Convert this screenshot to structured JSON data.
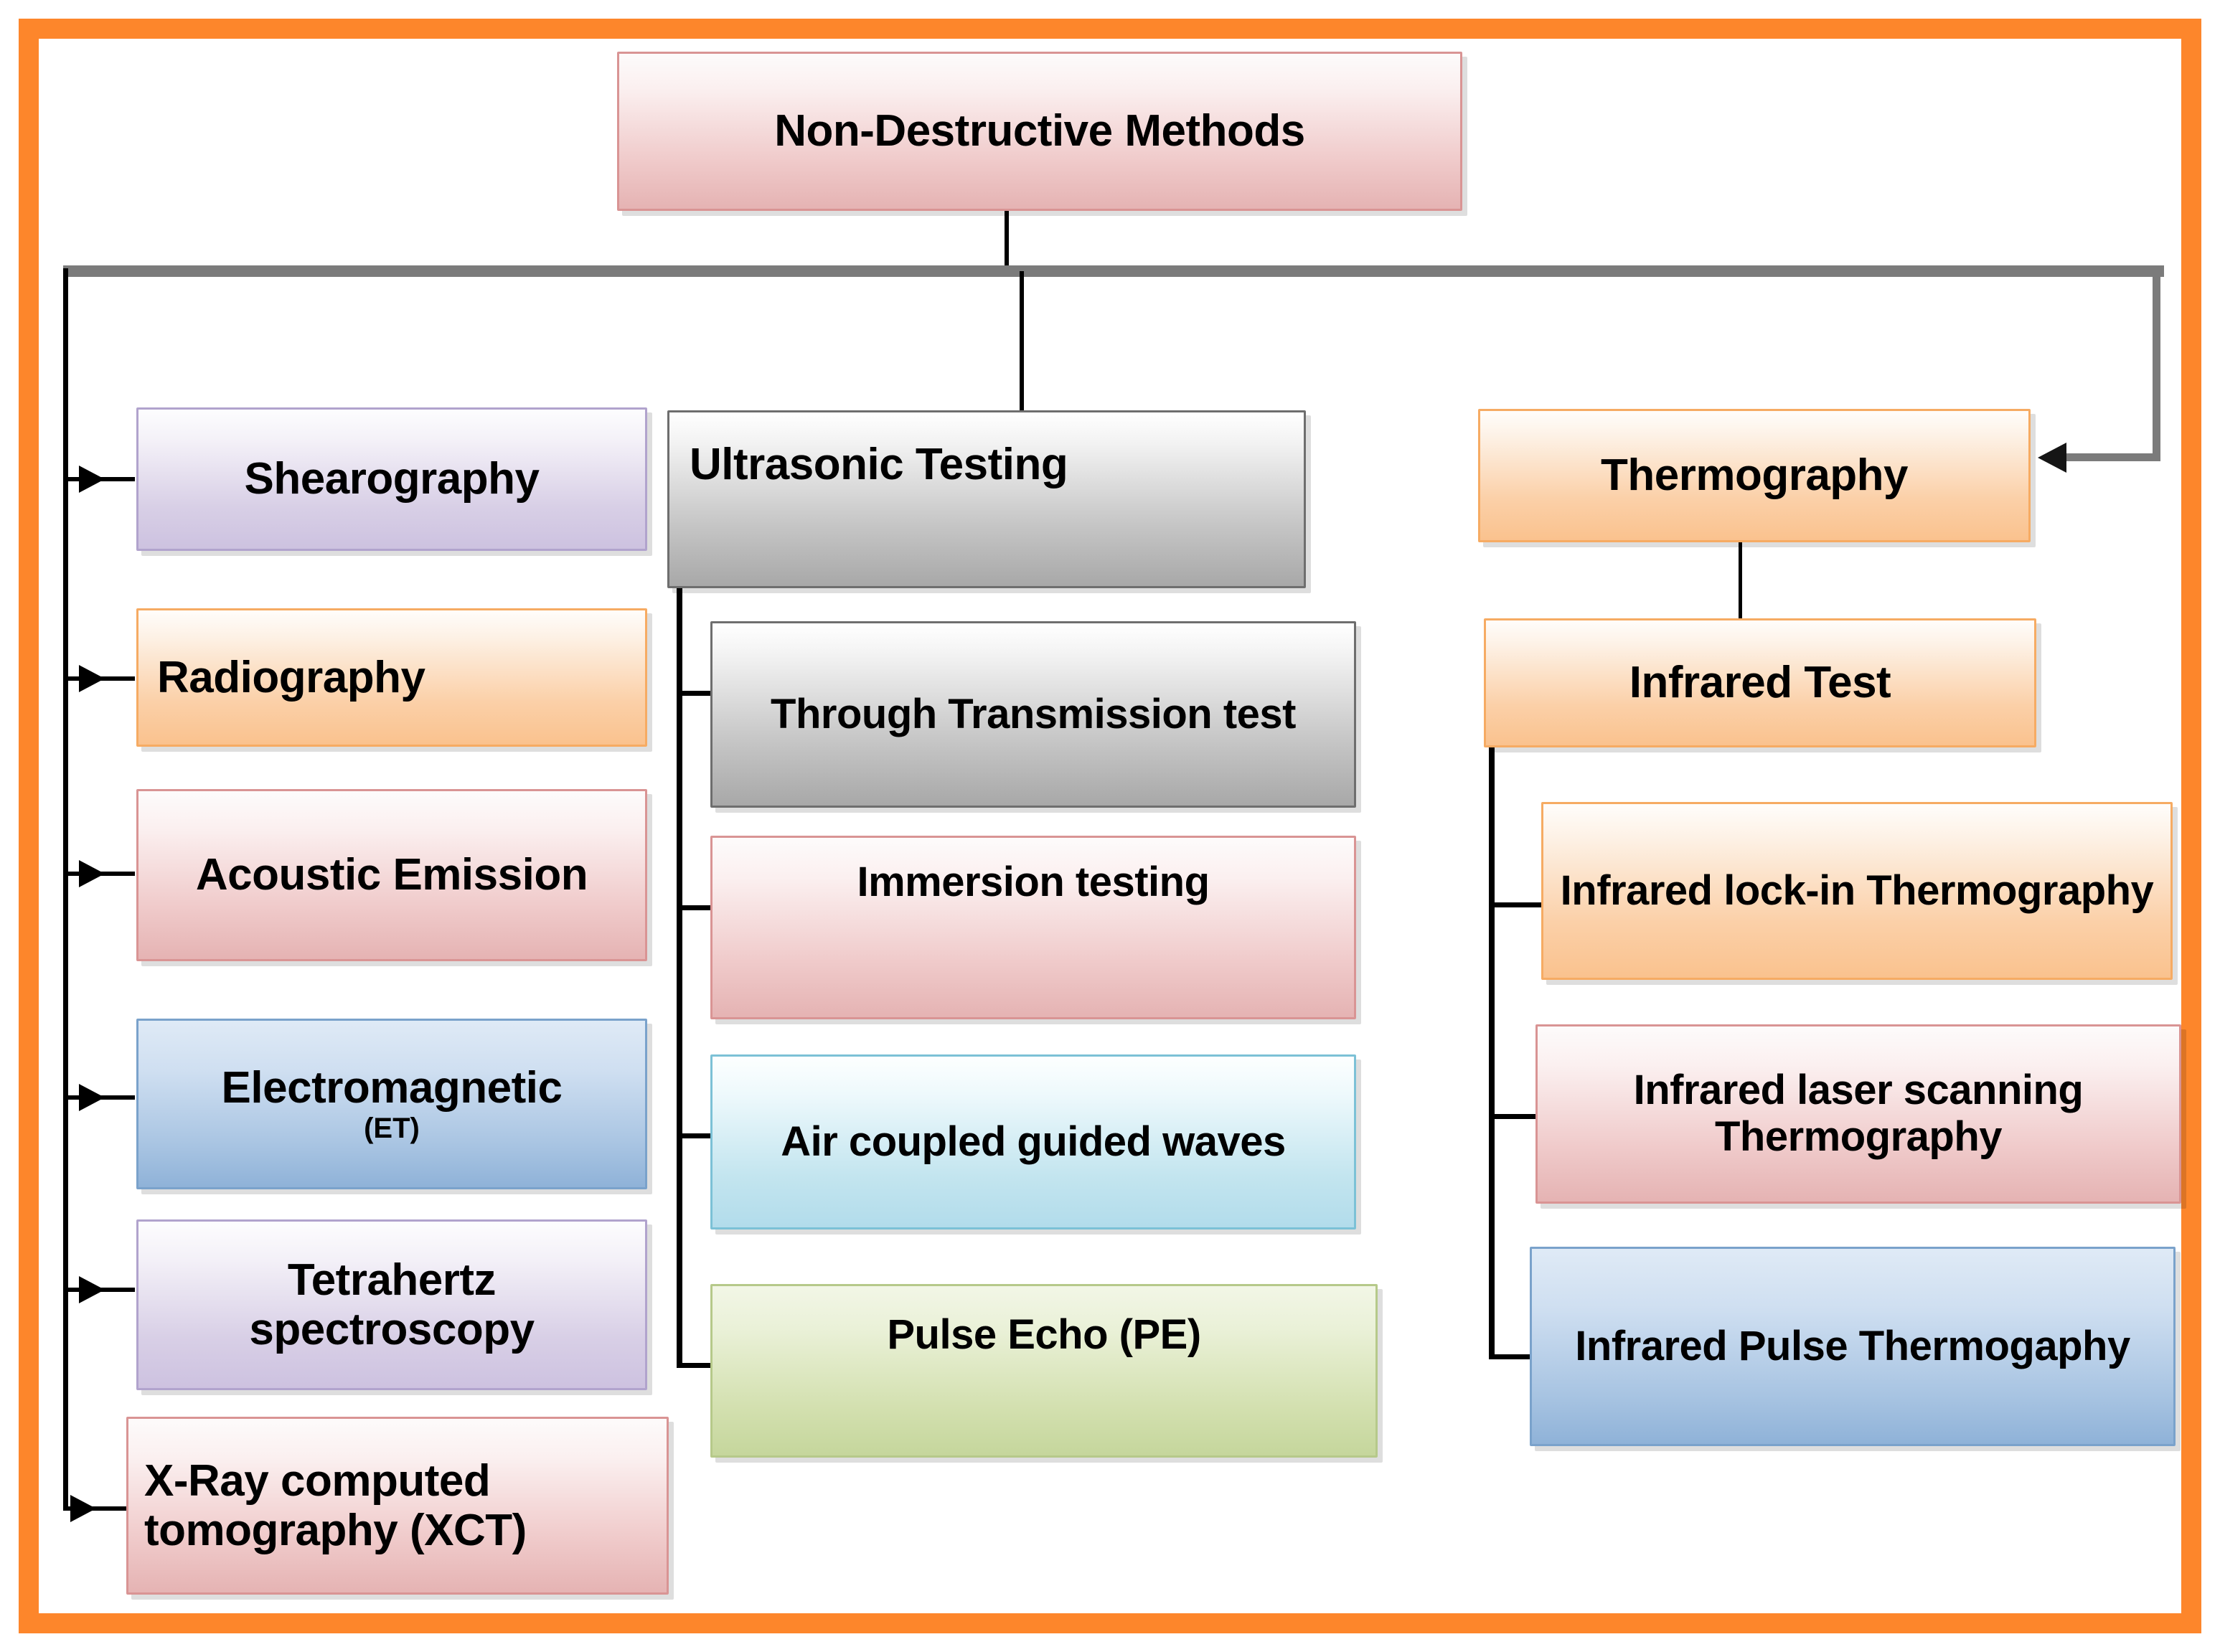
{
  "frame": {
    "border_color": "#FD862B"
  },
  "diagram": {
    "title": "Non-Destructive Methods",
    "root": {
      "label": "Non-Destructive Methods",
      "color": "#e5b3b3"
    },
    "branches": [
      {
        "name": "left-methods",
        "items": [
          {
            "label": "Shearography",
            "color": "#cdc2e0"
          },
          {
            "label": "Radiography",
            "color": "#fac28e"
          },
          {
            "label": "Acoustic Emission",
            "color": "#e5b3b3"
          },
          {
            "label": "Electromagnetic",
            "sublabel": "(ET)",
            "color": "#8fb2d8"
          },
          {
            "label": "Tetrahertz spectroscopy",
            "color": "#cdc2e0"
          },
          {
            "label": "X-Ray computed tomography (XCT)",
            "color": "#e5b3b3"
          }
        ]
      },
      {
        "name": "ultrasonic-testing",
        "parent": {
          "label": "Ultrasonic Testing",
          "color": "#a8a8a8"
        },
        "items": [
          {
            "label": "Through Transmission test",
            "color": "#a8a8a8"
          },
          {
            "label": "Immersion testing",
            "color": "#e5b3b3"
          },
          {
            "label": "Air coupled guided waves",
            "color": "#b2dceb"
          },
          {
            "label": "Pulse Echo (PE)",
            "color": "#c5d69c"
          }
        ]
      },
      {
        "name": "thermography",
        "parent": {
          "label": "Thermography",
          "color": "#fac28e"
        },
        "child": {
          "label": "Infrared Test",
          "color": "#fac28e"
        },
        "items": [
          {
            "label": "Infrared lock-in Thermography",
            "color": "#fac28e"
          },
          {
            "label": "Infrared laser scanning Thermography",
            "color": "#e5b3b3"
          },
          {
            "label": "Infrared Pulse Thermogaphy",
            "color": "#8fb2d8"
          }
        ]
      }
    ]
  }
}
